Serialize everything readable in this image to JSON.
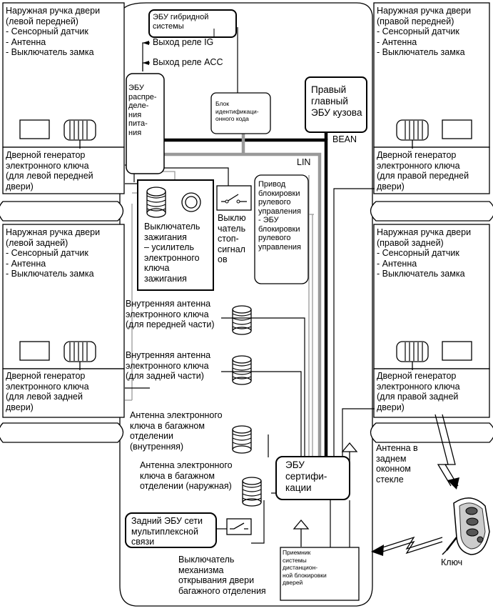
{
  "left_front": {
    "handle_title": "Наружная ручка двери",
    "handle_sub": "(левой передней)",
    "handle_items": [
      "- Сенсорный датчик",
      "- Антенна",
      "- Выключатель замка"
    ],
    "gen_line1": "Дверной генератор",
    "gen_line2": "электронного ключа",
    "gen_line3": "(для левой передней",
    "gen_line4": "двери)"
  },
  "right_front": {
    "handle_title": "Наружная ручка двери",
    "handle_sub": "(правой передней)",
    "handle_items": [
      "- Сенсорный датчик",
      "- Антенна",
      "- Выключатель замка"
    ],
    "gen_line1": "Дверной генератор",
    "gen_line2": "электронного ключа",
    "gen_line3": "(для правой передней",
    "gen_line4": "двери)"
  },
  "left_rear": {
    "handle_title": "Наружная ручка двери",
    "handle_sub": "(левой задней)",
    "handle_items": [
      "- Сенсорный датчик",
      "- Антенна",
      "- Выключатель замка"
    ],
    "gen_line1": "Дверной генератор",
    "gen_line2": "электронного ключа",
    "gen_line3": "(для левой задней",
    "gen_line4": "двери)"
  },
  "right_rear": {
    "handle_title": "Наружная ручка двери",
    "handle_sub": "(правой задней)",
    "handle_items": [
      "- Сенсорный датчик",
      "- Антенна",
      "- Выключатель замка"
    ],
    "gen_line1": "Дверной генератор",
    "gen_line2": "электронного ключа",
    "gen_line3": "(для правой задней",
    "gen_line4": "двери)"
  },
  "hybrid_ecu": [
    "ЭБУ гибридной",
    "системы"
  ],
  "relay_ig": "Выход реле IG",
  "relay_acc": "Выход реле ACC",
  "power_ecu": [
    "ЭБУ",
    "распре-",
    "деле-",
    "ния",
    "пита-",
    "ния"
  ],
  "id_block": [
    "Блок",
    "идентификаци-",
    "онного кода"
  ],
  "body_ecu": [
    "Правый",
    "главный",
    "ЭБУ кузова"
  ],
  "bean": "BEAN",
  "lin": "LIN",
  "ignition_switch": [
    "Выключатель",
    "зажигания",
    "– усилитель",
    "электронного",
    "ключа",
    "зажигания"
  ],
  "stop_switch": [
    "Выклю",
    "чатель",
    "стоп-",
    "сигнал",
    "ов"
  ],
  "steering_lock": [
    "Привод",
    "блокировки",
    "рулевого",
    "управления",
    "- ЭБУ",
    "блокировки",
    "рулевого",
    "управления"
  ],
  "antenna_front": [
    "Внутренняя антенна",
    "электронного ключа",
    "(для передней части)"
  ],
  "antenna_rear": [
    "Внутренняя антенна",
    "электронного ключа",
    "(для задней части)"
  ],
  "antenna_trunk_in": [
    "Антенна электронного",
    "ключа в багажном",
    "отделении",
    "(внутренняя)"
  ],
  "antenna_trunk_out": [
    "Антенна электронного",
    "ключа в багажном",
    "отделении (наружная)"
  ],
  "cert_ecu": [
    "ЭБУ",
    "сертифи-",
    "кации"
  ],
  "rear_window_antenna": [
    "Антенна в",
    "заднем",
    "оконном",
    "стекле"
  ],
  "rear_multiplex": [
    "Задний ЭБУ сети",
    "мультиплексной",
    "связи"
  ],
  "trunk_switch": [
    "Выключатель",
    "механизма",
    "открывания двери",
    "багажного отделения"
  ],
  "receiver": [
    "Приемник",
    "системы",
    "дистанцион-",
    "ной блокировки",
    "дверей"
  ],
  "key": "Ключ"
}
